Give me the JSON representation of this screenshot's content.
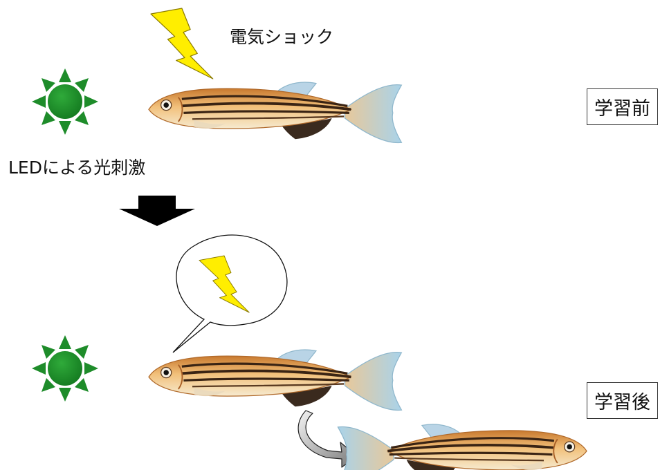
{
  "labels": {
    "shock": "電気ショック",
    "led": "LEDによる光刺激",
    "before": "学習前",
    "after": "学習後"
  },
  "colors": {
    "led_green": "#1e8c2a",
    "lightning_yellow": "#ffee00",
    "arrow_black": "#000000",
    "fish_body": "#e6a25a",
    "fish_fin": "#a9cde0"
  },
  "icons": {
    "led": "sun-icon",
    "shock": "lightning-icon",
    "fish": "zebrafish-icon",
    "transition": "down-arrow-icon",
    "escape": "curved-arrow-icon"
  }
}
